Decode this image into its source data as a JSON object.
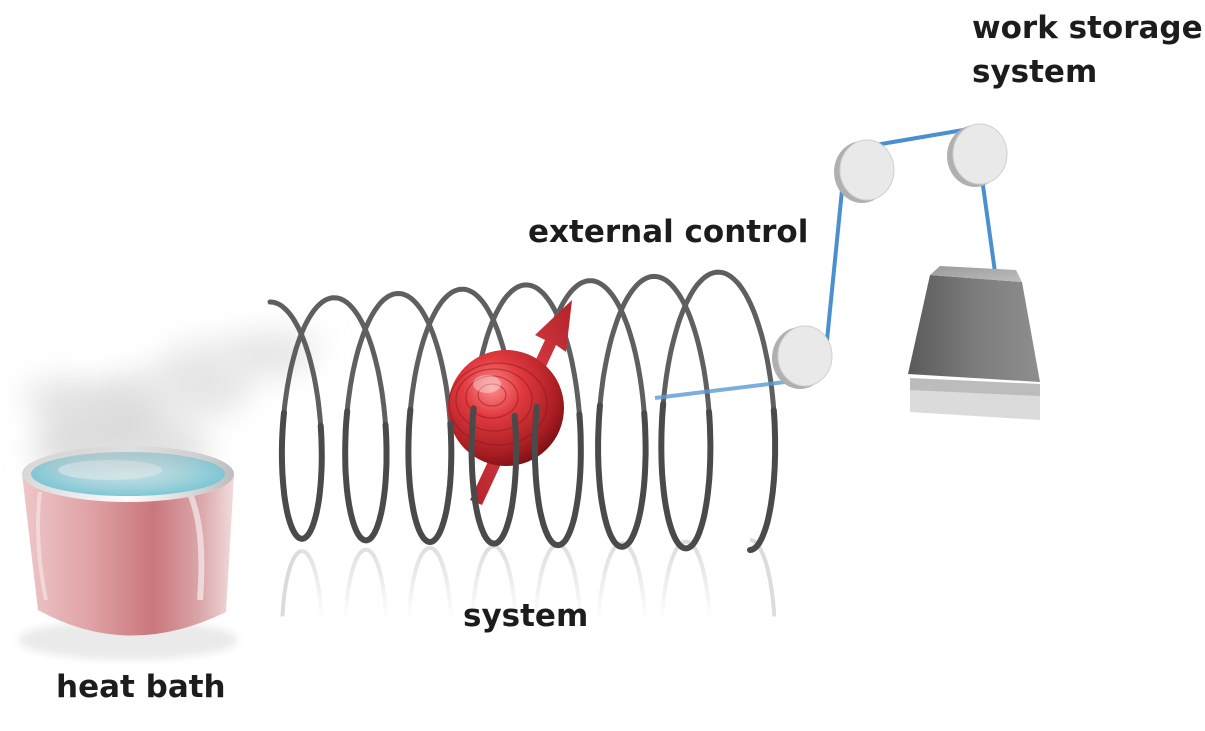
{
  "labels": {
    "work_storage_line1": "work storage",
    "work_storage_line2": "system",
    "external_control": "external control",
    "system": "system",
    "heat_bath": "heat bath"
  },
  "colors": {
    "coil": "#4a4a4a",
    "spin_ball": "#c4262c",
    "spin_arrow": "#d1303a",
    "belt": "#4a90d0",
    "pulley": "#e6e6e6",
    "weight": "#6d6d6d",
    "pot": "#e8b7b9",
    "water": "#8fd0dc",
    "text": "#1c1c1c"
  },
  "icons": [
    "spin-arrow-icon",
    "steam-icon"
  ]
}
